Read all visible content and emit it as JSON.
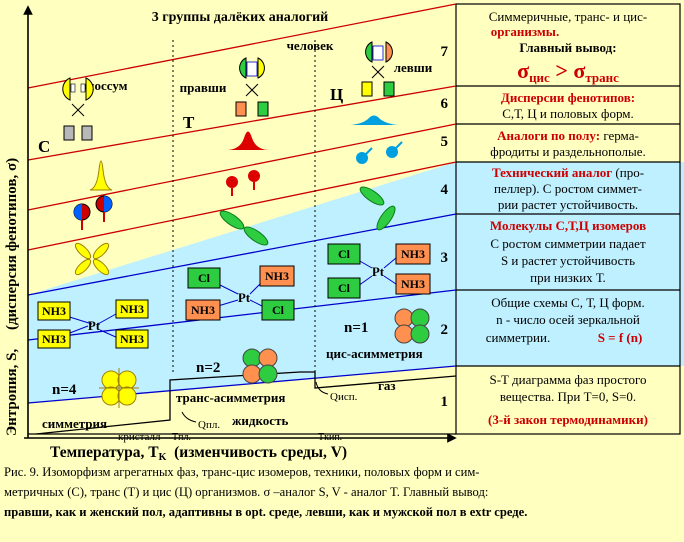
{
  "title": "3 группы далёких аналогий",
  "y_axis_label": "Энтропия, S,     (дисперсия фенотипов, σ)",
  "x_axis_label": "Температура, T",
  "x_axis_sub": "K",
  "x_axis_label_rest": "  (изменчивость среды, V)",
  "columns": {
    "c_label": "С",
    "t_label": "Т",
    "ts_label": "Ц",
    "opossum": "опоссум",
    "man": "человек",
    "right_handed": "правши",
    "left_handed": "левши"
  },
  "regions": {
    "n4": "n=4",
    "n2": "n=2",
    "n1": "n=1",
    "symmetry": "симметрия",
    "trans_asym": "транс-асимметрия",
    "cis_asym": "цис-асимметрия",
    "crystal": "кристалл",
    "liquid": "жидкость",
    "gas": "газ",
    "t_melt": "Tпл.",
    "t_boil": "Tкип.",
    "q_melt": "Qпл.",
    "q_boil": "Qисп."
  },
  "molecules": {
    "nh3": "NH3",
    "cl": "Cl",
    "pt": "Pt"
  },
  "rows": [
    {
      "n": "7",
      "lines": [
        "Симмеричные, транс- и цис-",
        "организмы.",
        "Главный вывод:"
      ],
      "formula_a": "σ",
      "formula_a_sub": "цис",
      "formula_op": ">",
      "formula_b": "σ",
      "formula_b_sub": "транс"
    },
    {
      "n": "6",
      "heading": "Дисперсии фенотипов:",
      "lines": [
        "С,Т, Ц и половых форм."
      ]
    },
    {
      "n": "5",
      "heading": "Аналоги по полу:",
      "heading_rest": " гермa-",
      "lines": [
        "фродиты и раздельнополые."
      ]
    },
    {
      "n": "4",
      "heading": "Технический аналог",
      "heading_rest": " (про-",
      "lines": [
        "пеллер). С ростом симмет-",
        "рии растет устойчивость."
      ]
    },
    {
      "n": "3",
      "heading": "Молекулы С,Т,Ц изомеров",
      "lines": [
        "С ростом симметрии падает",
        "S и растет устойчивость",
        "при низких Т."
      ]
    },
    {
      "n": "2",
      "lines": [
        "Общие схемы С, Т, Ц форм.",
        "n - число осей зеркальной",
        "симметрии."
      ],
      "formula": "S = f (n)"
    },
    {
      "n": "1",
      "lines": [
        "S-T диаграмма фаз простого",
        "вещества.    При T=0, S=0."
      ],
      "footer": "(3-й закон термодинамики)"
    }
  ],
  "caption": {
    "line1": "Рис. 9.   Изоморфизм агрегатных фаз, транс-цис изомеров, техники, половых форм и   сим-",
    "line2": "метричных (С), транс (Т) и цис (Ц) организмов. σ –аналог S, V - аналог T. Главный вывод:",
    "line3": "правши, как и женский пол, адаптивны в opt. среде, левши, как и мужской пол в extr среде."
  },
  "colors": {
    "background": "#ffffc0",
    "cyan_band": "#bff0ff",
    "red_line": "#cc0000",
    "blue_line": "#0000cc",
    "heading_red": "#cc0000",
    "yellow": "#ffff00",
    "green": "#2ecc40",
    "orange": "#ff9050",
    "gray": "#b8b8b8"
  }
}
